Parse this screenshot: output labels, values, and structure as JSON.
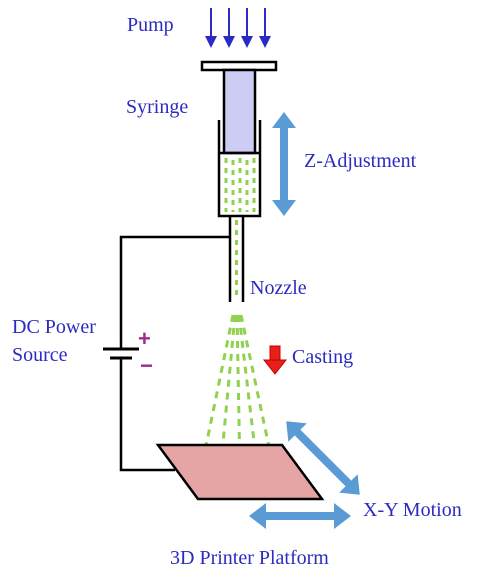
{
  "labels": {
    "pump": "Pump",
    "syringe": "Syringe",
    "z_adjustment": "Z-Adjustment",
    "nozzle": "Nozzle",
    "dc_power_line1": "DC Power",
    "dc_power_line2": "Source",
    "plus": "+",
    "minus": "−",
    "casting": "Casting",
    "xy_motion": "X-Y Motion",
    "platform": "3D Printer Platform"
  },
  "colors": {
    "label_blue": "#2b2bbf",
    "arrow_blue": "#5b9bd5",
    "syringe_plunger": "#ccccf5",
    "spray_green": "#92d050",
    "platform_pink": "#e6a5a5",
    "casting_red": "#e8201a",
    "terminal_purple": "#9e2a8c",
    "wire": "#000000"
  },
  "icons": {
    "pump_arrows": "down-arrow-icon",
    "z_arrow": "double-vertical-arrow-icon",
    "xy_arrows": "double-diagonal-and-horizontal-arrow-icon",
    "casting_arrow": "down-arrow-icon",
    "battery": "battery-icon"
  }
}
